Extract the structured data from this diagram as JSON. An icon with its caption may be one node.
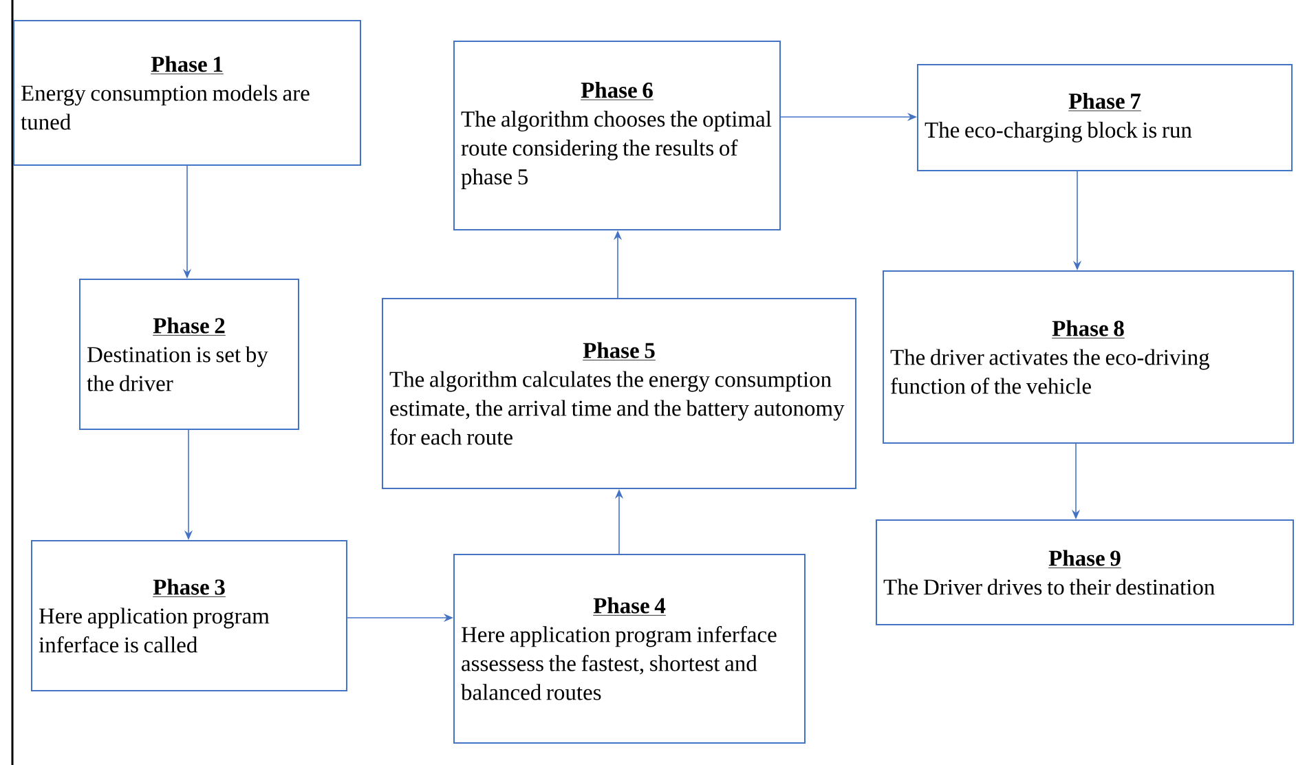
{
  "diagram": {
    "nodes": [
      {
        "text": [
          "Phase 1",
          "Energy consumption models are tuned"
        ]
      },
      {
        "text": [
          "Phase 2",
          "Destination is set by the driver"
        ]
      },
      {
        "text": [
          "Phase 3",
          "Here application program inferface is called"
        ]
      },
      {
        "text": [
          "Phase 4",
          "Here application program inferface assessess the fastest, shortest and balanced routes"
        ]
      },
      {
        "text": [
          "Phase 5",
          "The algorithm calculates the energy consumption estimate, the arrival time and the battery autonomy for each route"
        ]
      },
      {
        "text": [
          "Phase 6",
          "The algorithm chooses the optimal route considering the results of phase 5"
        ]
      },
      {
        "text": [
          "Phase 7",
          "The eco-charging block is run"
        ]
      },
      {
        "text": [
          "Phase 8",
          "The driver activates the eco-driving function of the vehicle"
        ]
      },
      {
        "text": [
          "Phase 9",
          "The Driver drives to their destination"
        ]
      }
    ],
    "edges": [
      {
        "from": 0,
        "to": 1,
        "arrow": "to"
      },
      {
        "from": 1,
        "to": 2,
        "arrow": "to"
      },
      {
        "from": 2,
        "to": 3,
        "arrow": "to"
      },
      {
        "from": 3,
        "to": 4,
        "arrow": "to"
      },
      {
        "from": 4,
        "to": 5,
        "arrow": "to"
      },
      {
        "from": 5,
        "to": 6,
        "arrow": "to"
      },
      {
        "from": 6,
        "to": 7,
        "arrow": "to"
      },
      {
        "from": 7,
        "to": 8,
        "arrow": "to"
      }
    ]
  }
}
